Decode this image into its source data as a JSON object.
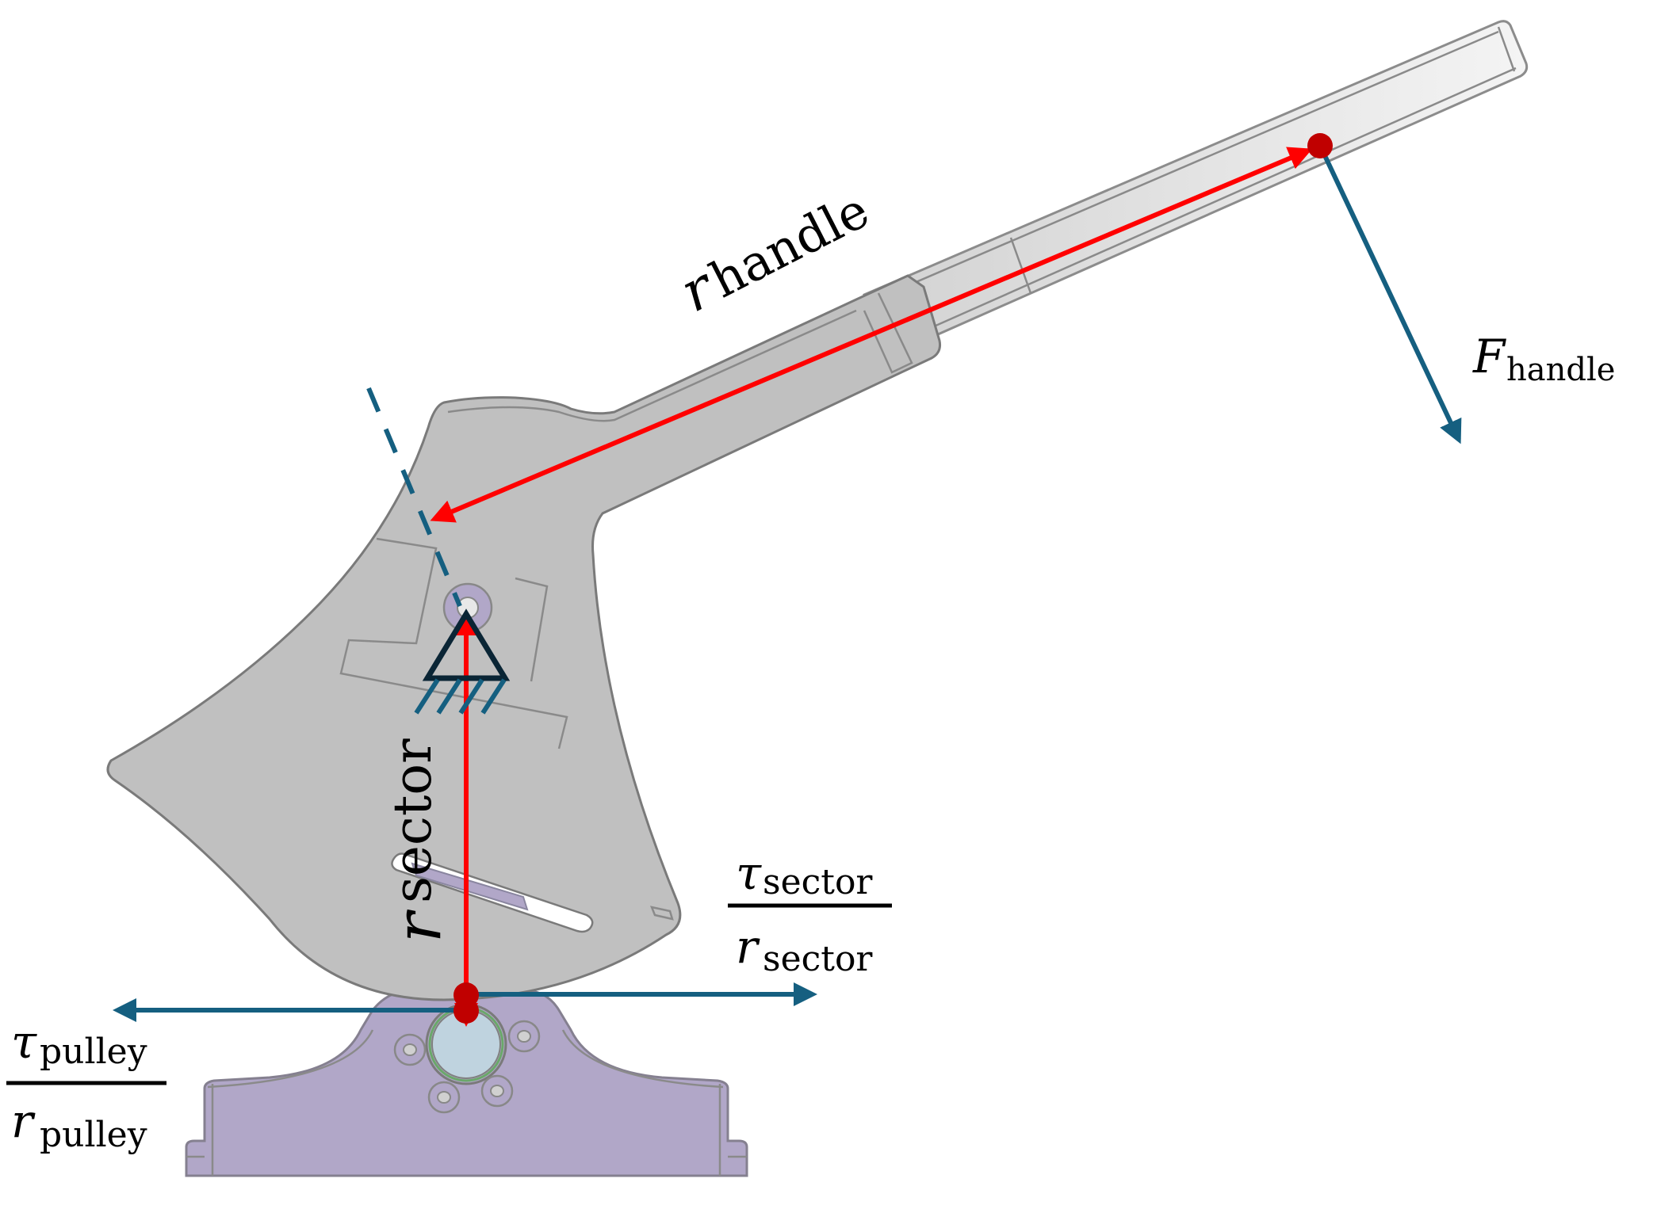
{
  "figure": {
    "description": "Free-body diagram of a handle/sector mechanism on a pulley base",
    "colors": {
      "radius_arrow": "#ff0000",
      "force_arrow": "#155f80",
      "contact_point": "#c00000",
      "pivot_symbol": "#0a2535",
      "sector_part": "#c0c0c0",
      "base_part": "#b1a7c8",
      "pulley": "#bfd3df"
    }
  },
  "labels": {
    "r_handle": {
      "symbol": "r",
      "subscript": "handle"
    },
    "F_handle": {
      "symbol": "F",
      "subscript": "handle"
    },
    "r_sector": {
      "symbol": "r",
      "subscript": "sector"
    },
    "tau_sector_over_r_sector": {
      "numerator": {
        "symbol": "τ",
        "subscript": "sector"
      },
      "denominator": {
        "symbol": "r",
        "subscript": "sector"
      }
    },
    "tau_pulley_over_r_pulley": {
      "numerator": {
        "symbol": "τ",
        "subscript": "pulley"
      },
      "denominator": {
        "symbol": "r",
        "subscript": "pulley"
      }
    }
  }
}
